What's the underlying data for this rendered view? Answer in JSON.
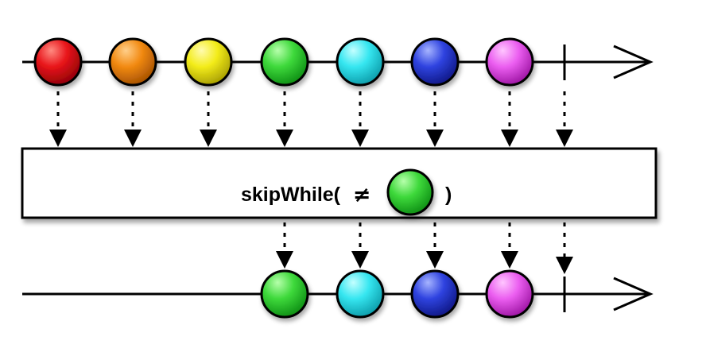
{
  "operator": {
    "name": "skipWhile",
    "label_prefix": "skipWhile(",
    "label_symbol": "≠",
    "label_suffix": ")",
    "predicate_marble": "green"
  },
  "source_stream": {
    "marbles": [
      "red",
      "orange",
      "yellow",
      "green",
      "cyan",
      "blue",
      "magenta"
    ],
    "completes": true
  },
  "result_stream": {
    "marbles": [
      "green",
      "cyan",
      "blue",
      "magenta"
    ],
    "completes": true
  },
  "colors": {
    "red": {
      "light": "#ff8a80",
      "base": "#e8141a",
      "dark": "#8a0006"
    },
    "orange": {
      "light": "#ffcf8a",
      "base": "#f28a12",
      "dark": "#a04d00"
    },
    "yellow": {
      "light": "#fffbb0",
      "base": "#f3ec1a",
      "dark": "#a39a00"
    },
    "green": {
      "light": "#b6ffab",
      "base": "#3ed93b",
      "dark": "#0b8a12"
    },
    "cyan": {
      "light": "#c4ffff",
      "base": "#35e6f0",
      "dark": "#0a98a6"
    },
    "blue": {
      "light": "#a6b4ff",
      "base": "#2f43e0",
      "dark": "#0d1580"
    },
    "magenta": {
      "light": "#ffc6ff",
      "base": "#eb5ef0",
      "dark": "#99109f"
    }
  }
}
